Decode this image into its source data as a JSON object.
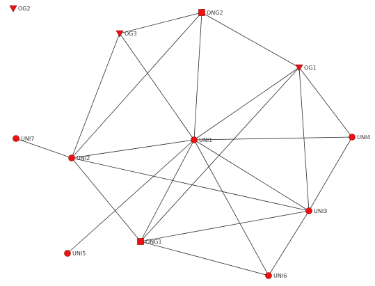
{
  "colors": {
    "node_fill": "#ee1111",
    "node_stroke": "#7a0000",
    "edge": "#2a2a2a",
    "label": "#333333"
  },
  "nodes": [
    {
      "id": "OG2",
      "label": "OG2",
      "shape": "triangle-down"
    },
    {
      "id": "ONG2",
      "label": "ONG2",
      "shape": "square"
    },
    {
      "id": "OG3",
      "label": "OG3",
      "shape": "triangle-down"
    },
    {
      "id": "OG1",
      "label": "OG1",
      "shape": "triangle-down"
    },
    {
      "id": "UNI7",
      "label": "UNI7",
      "shape": "circle"
    },
    {
      "id": "UNI1",
      "label": "UNI1",
      "shape": "circle"
    },
    {
      "id": "UNI4",
      "label": "UNI4",
      "shape": "circle"
    },
    {
      "id": "UNI2",
      "label": "UNI2",
      "shape": "circle"
    },
    {
      "id": "UNI3",
      "label": "UNI3",
      "shape": "circle"
    },
    {
      "id": "ONG1",
      "label": "ONG1",
      "shape": "square"
    },
    {
      "id": "UNI5",
      "label": "UNI5",
      "shape": "circle"
    },
    {
      "id": "UNI6",
      "label": "UNI6",
      "shape": "circle"
    }
  ],
  "edges": [
    [
      "ONG2",
      "OG3"
    ],
    [
      "ONG2",
      "OG1"
    ],
    [
      "ONG2",
      "UNI1"
    ],
    [
      "ONG2",
      "UNI2"
    ],
    [
      "OG3",
      "UNI2"
    ],
    [
      "OG3",
      "UNI1"
    ],
    [
      "OG1",
      "UNI4"
    ],
    [
      "OG1",
      "UNI3"
    ],
    [
      "OG1",
      "UNI1"
    ],
    [
      "OG1",
      "ONG1"
    ],
    [
      "UNI1",
      "UNI4"
    ],
    [
      "UNI1",
      "UNI2"
    ],
    [
      "UNI1",
      "UNI3"
    ],
    [
      "UNI1",
      "ONG1"
    ],
    [
      "UNI1",
      "UNI6"
    ],
    [
      "UNI1",
      "UNI5"
    ],
    [
      "UNI4",
      "UNI3"
    ],
    [
      "UNI2",
      "UNI7"
    ],
    [
      "UNI2",
      "UNI3"
    ],
    [
      "UNI2",
      "ONG1"
    ],
    [
      "UNI3",
      "ONG1"
    ],
    [
      "UNI3",
      "UNI6"
    ],
    [
      "ONG1",
      "UNI6"
    ]
  ]
}
